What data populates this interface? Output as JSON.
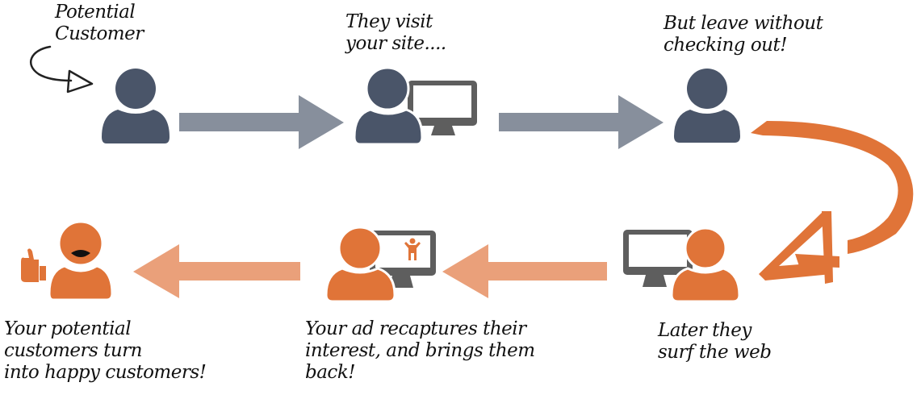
{
  "colors": {
    "slate": "#4a5569",
    "gray_arrow": "#878f9c",
    "orange": "#e07438",
    "light_orange": "#eaa07a",
    "monitor": "#5e5e5e"
  },
  "steps": [
    {
      "caption": [
        "Potential",
        "Customer"
      ],
      "icon": "person-icon",
      "state": "neutral"
    },
    {
      "caption": [
        "They visit",
        "your site...."
      ],
      "icon": "person-at-computer-icon",
      "state": "neutral"
    },
    {
      "caption": [
        "But leave without",
        "checking out!"
      ],
      "icon": "person-icon",
      "state": "neutral"
    },
    {
      "caption": [
        "Later they",
        "surf the web"
      ],
      "icon": "person-at-computer-icon",
      "state": "retargeted"
    },
    {
      "caption": [
        "Your ad recaptures their",
        "interest, and brings them",
        "back!"
      ],
      "icon": "person-at-computer-with-ad-icon",
      "state": "retargeted"
    },
    {
      "caption": [
        "Your potential",
        "customers turn",
        "into happy customers!"
      ],
      "icon": "happy-person-thumbs-up-icon",
      "state": "retargeted"
    }
  ]
}
